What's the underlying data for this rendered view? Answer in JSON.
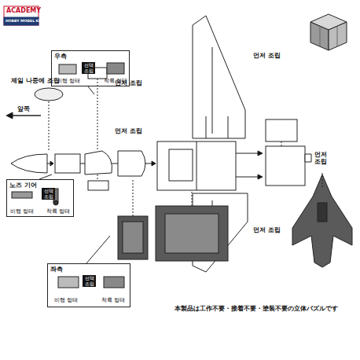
{
  "diagram": {
    "nodes": [
      {
        "text": [
          "우측",
          "비행 형태",
          "착륙 형태"
        ]
      },
      {
        "text": [
          "선택 조립"
        ],
        "in": 0
      },
      {
        "text": [
          "노즈 기어",
          "비행 형태",
          "착륙 형태"
        ]
      },
      {
        "text": [
          "선택 조립"
        ],
        "in": 2
      },
      {
        "text": [
          "좌측",
          "비행 형태",
          "착륙 형태"
        ]
      },
      {
        "text": [
          "선택 조립"
        ],
        "in": 4
      }
    ],
    "labels": [
      "ACADEMY",
      "HOBBY MODEL KITS",
      "제일 나중에 조립",
      "앞쪽",
      "먼저 조립",
      "먼저 조립",
      "먼저 조립",
      "먼저 조립",
      "먼저 조립",
      "本製品は工作不要・接着不要・塗装不要の立体パズルです"
    ]
  }
}
